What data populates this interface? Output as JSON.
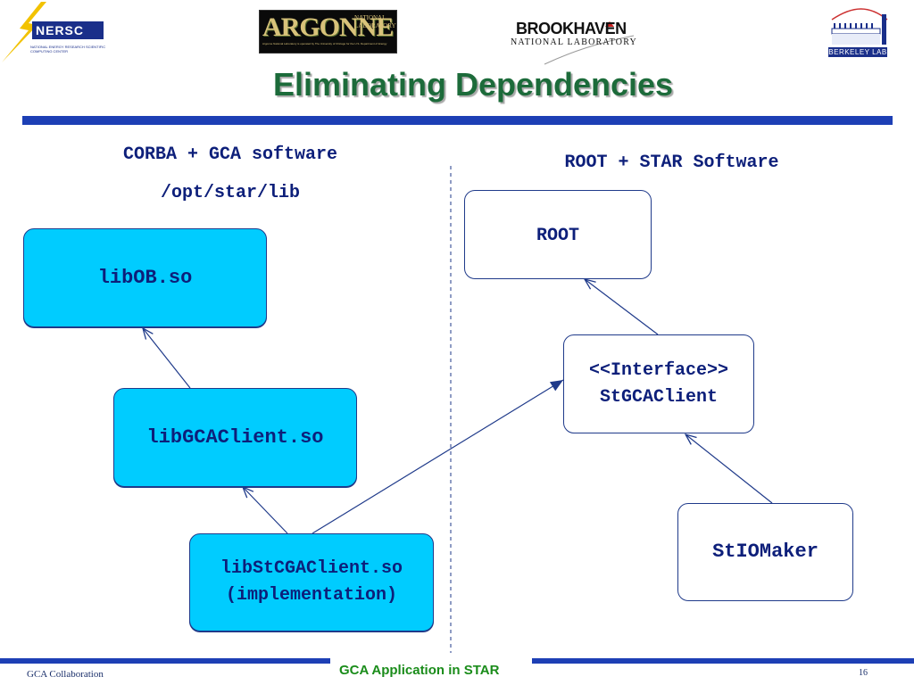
{
  "logos": {
    "nersc": {
      "name": "NERSC",
      "subtitle": "NATIONAL ENERGY RESEARCH SCIENTIFIC COMPUTING CENTER"
    },
    "argonne": {
      "name": "ARGONNE",
      "side": "NATIONAL LABORATORY",
      "tagline": "Argonne National Laboratory is operated by The University of Chicago for the U.S. Department of Energy"
    },
    "brookhaven": {
      "name": "BROOKHAVEN",
      "subtitle": "NATIONAL LABORATORY"
    },
    "berkeley": {
      "caption": "BERKELEY LAB"
    }
  },
  "slide": {
    "title": "Eliminating Dependencies"
  },
  "diagram": {
    "left_heading_1": "CORBA + GCA software",
    "left_heading_2": "/opt/star/lib",
    "right_heading": "ROOT + STAR Software",
    "nodes": {
      "libob": "libOB.so",
      "libgcaclient": "libGCAClient.so",
      "libstcgaclient_line1": "libStCGAClient.so",
      "libstcgaclient_line2": "(implementation)",
      "root": "ROOT",
      "interface_line1": "<<Interface>>",
      "interface_line2": "StGCAClient",
      "stiomaker": "StIOMaker"
    },
    "colors": {
      "library_fill": "#00ccff",
      "star_fill": "#ffffff",
      "stroke": "#1f3a8a",
      "text": "#0d1f7a"
    }
  },
  "footer": {
    "left": "GCA Collaboration",
    "center": "GCA Application in STAR",
    "page_number": "16"
  }
}
